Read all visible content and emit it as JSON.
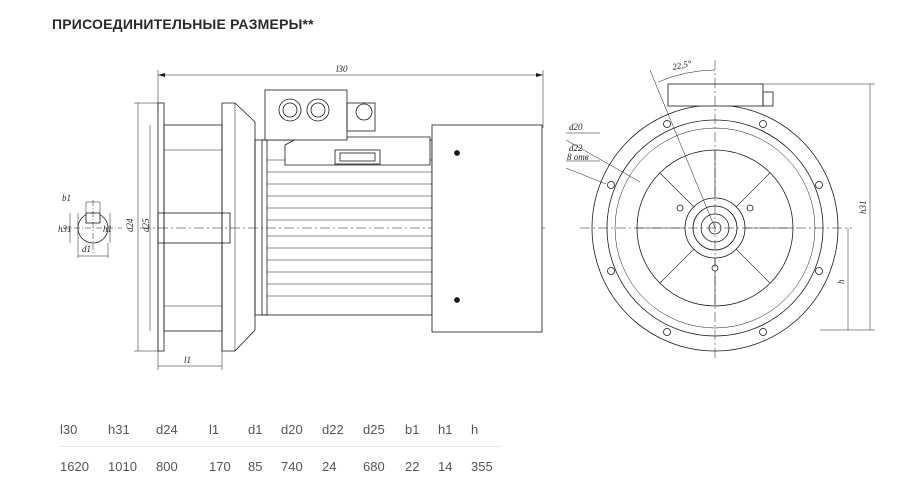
{
  "title": "ПРИСОЕДИНИТЕЛЬНЫЕ РАЗМЕРЫ**",
  "drawing": {
    "labels": {
      "l30": "l30",
      "b1": "b1",
      "h31_left": "h31",
      "d24": "d24",
      "d25": "d25",
      "h1": "h1",
      "d1": "d1",
      "l1": "l1",
      "angle": "22,5°",
      "d20": "d20",
      "d22": "d22",
      "holes": "8 отв",
      "h31": "h31",
      "h": "h"
    }
  },
  "table": {
    "headers": [
      "l30",
      "h31",
      "d24",
      "l1",
      "d1",
      "d20",
      "d22",
      "d25",
      "b1",
      "h1",
      "h"
    ],
    "values": [
      "1620",
      "1010",
      "800",
      "170",
      "85",
      "740",
      "24",
      "680",
      "22",
      "14",
      "355"
    ]
  }
}
